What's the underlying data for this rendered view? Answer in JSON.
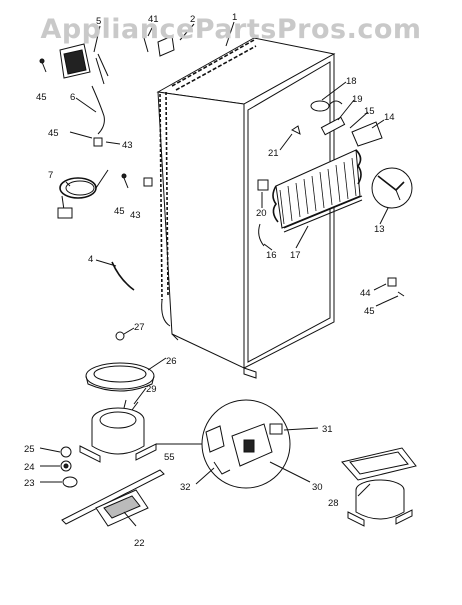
{
  "watermark": "AppliancePartsPros.com",
  "callouts": [
    "1",
    "2",
    "41",
    "5",
    "45",
    "6",
    "45",
    "43",
    "7",
    "45",
    "43",
    "4",
    "27",
    "26",
    "29",
    "25",
    "24",
    "23",
    "55",
    "22",
    "32",
    "31",
    "30",
    "28",
    "18",
    "19",
    "15",
    "14",
    "21",
    "20",
    "16",
    "17",
    "13",
    "44",
    "45"
  ]
}
